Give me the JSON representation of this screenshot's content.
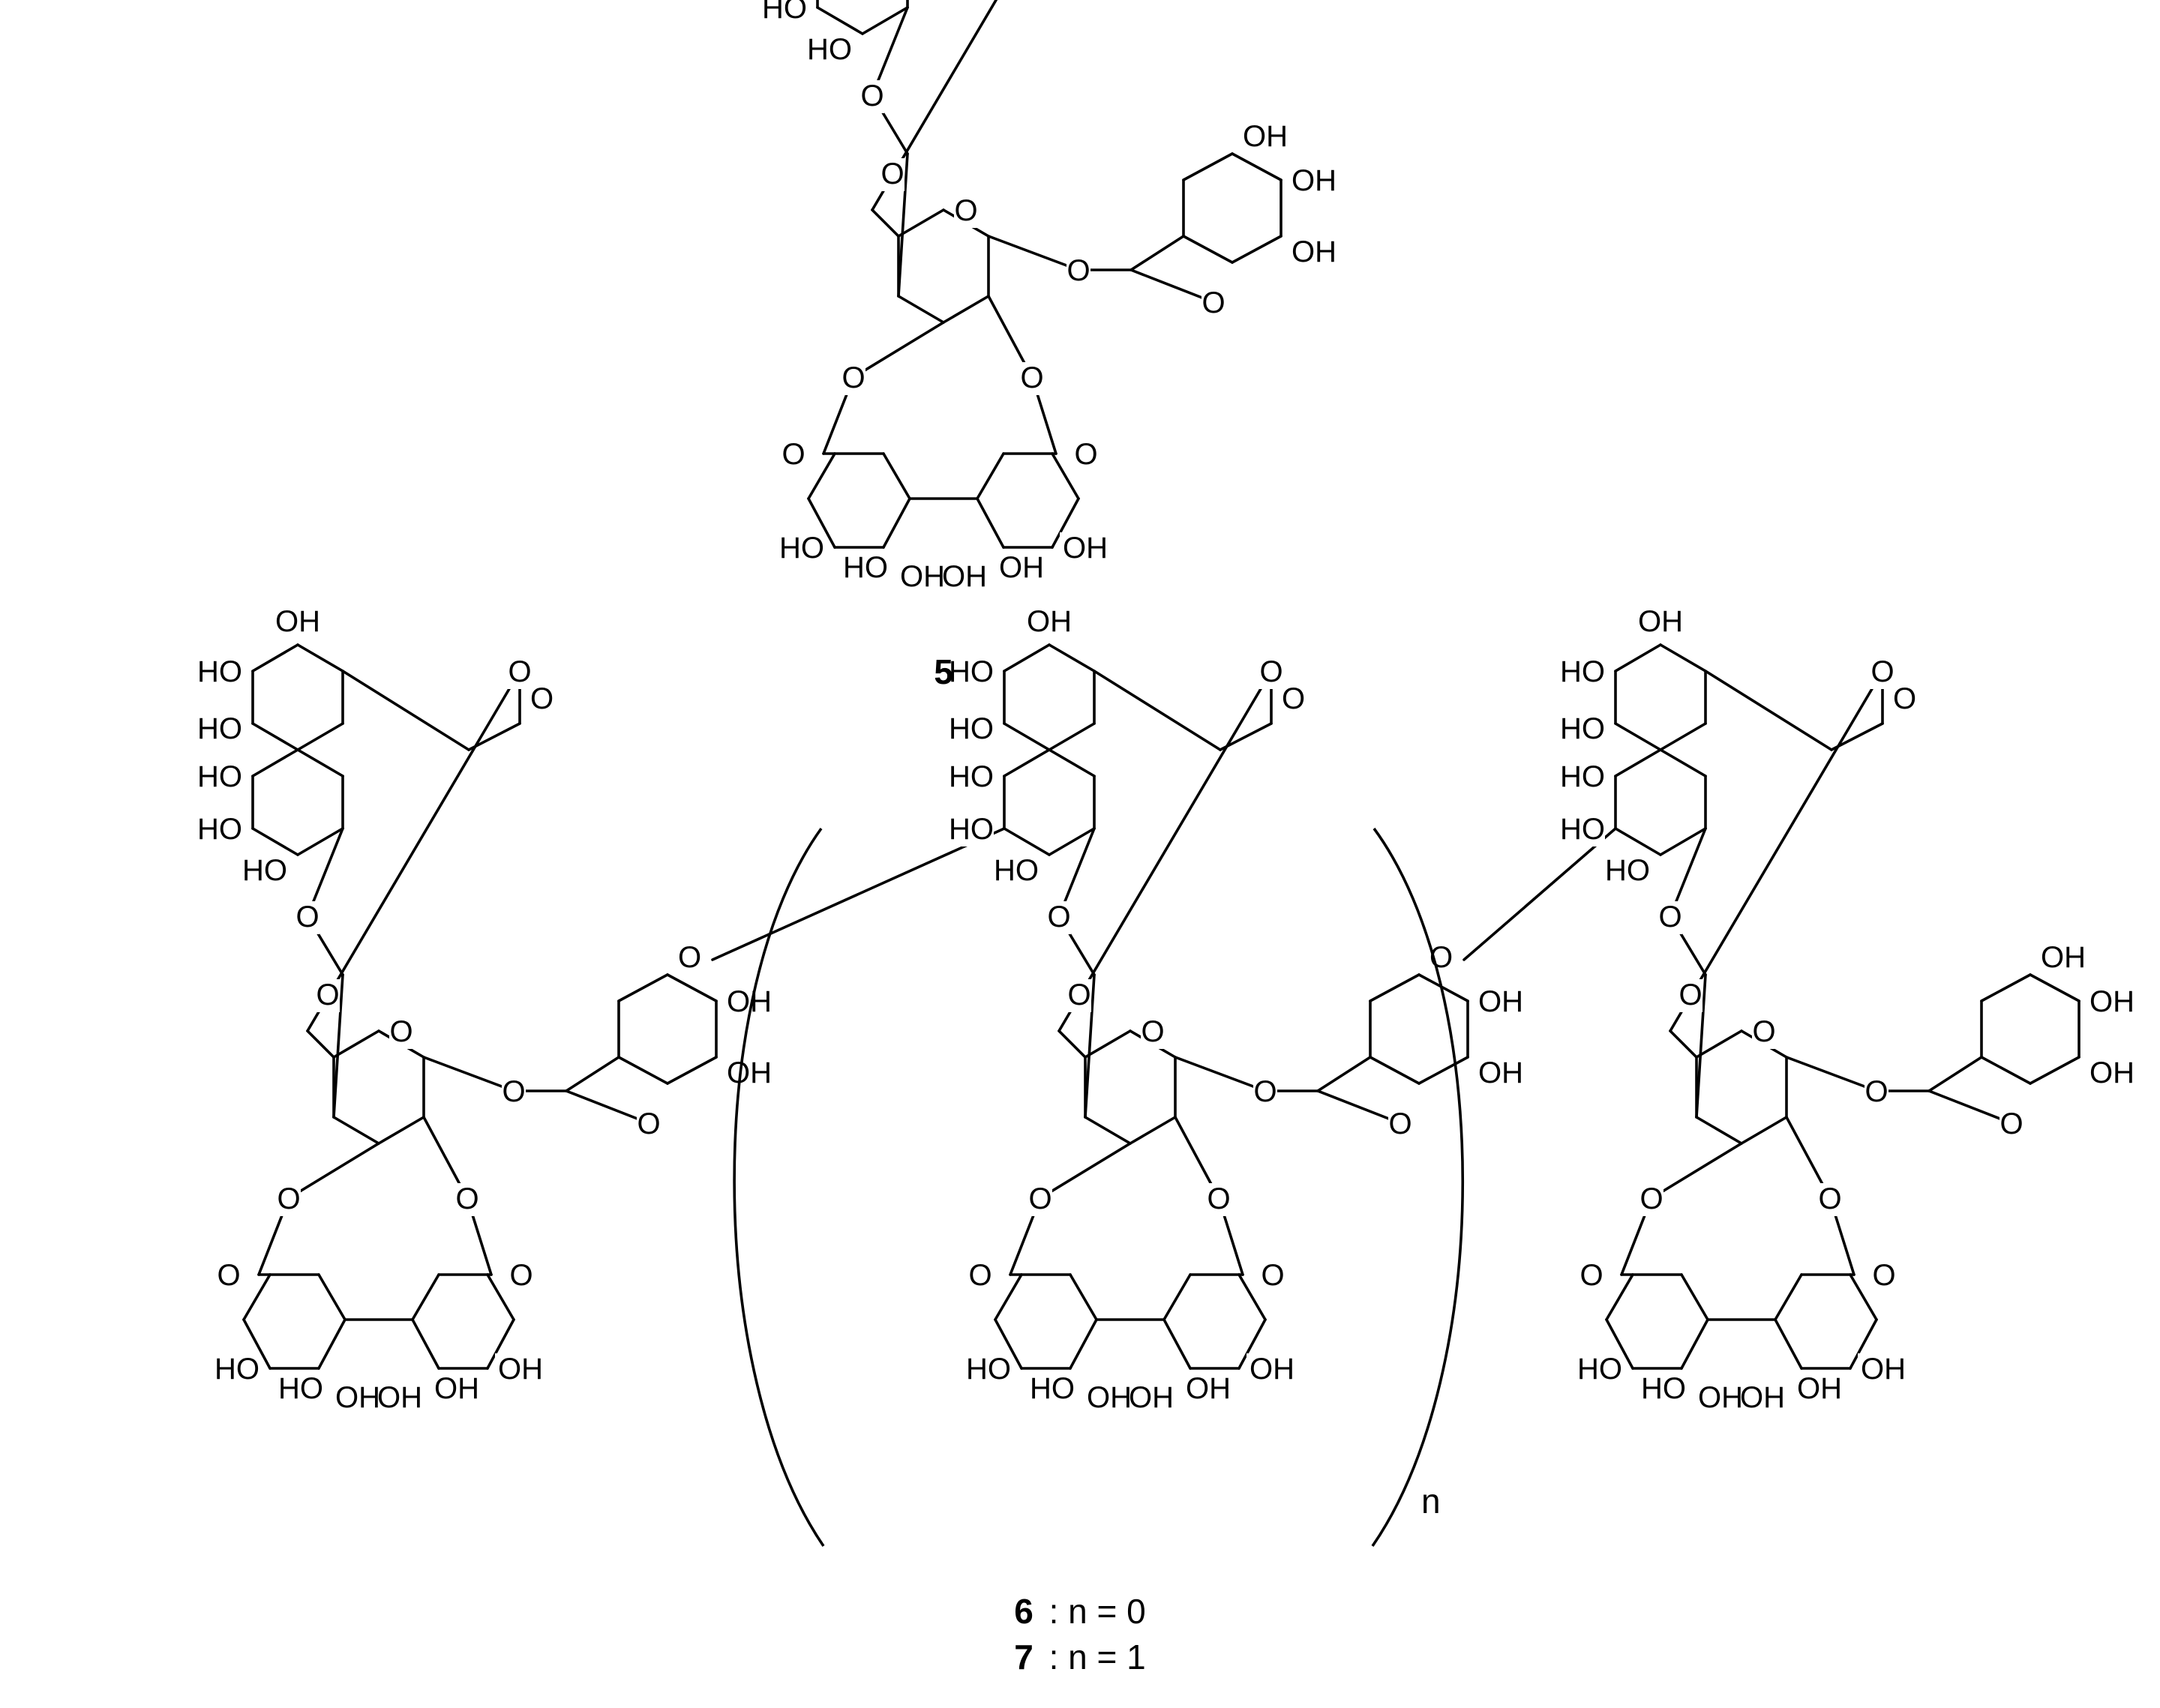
{
  "colors": {
    "ink": "#000000",
    "background": "#ffffff"
  },
  "labels": {
    "hydroxyl": "OH",
    "hydroxyl_left": "HO",
    "ring_oxygen": "O",
    "repeat_subscript": "n"
  },
  "compounds": [
    {
      "id": "compound-5",
      "number": "5"
    },
    {
      "id": "compound-6",
      "number": "6",
      "condition": ": n = 0"
    },
    {
      "id": "compound-7",
      "number": "7",
      "condition": ": n = 1"
    }
  ]
}
